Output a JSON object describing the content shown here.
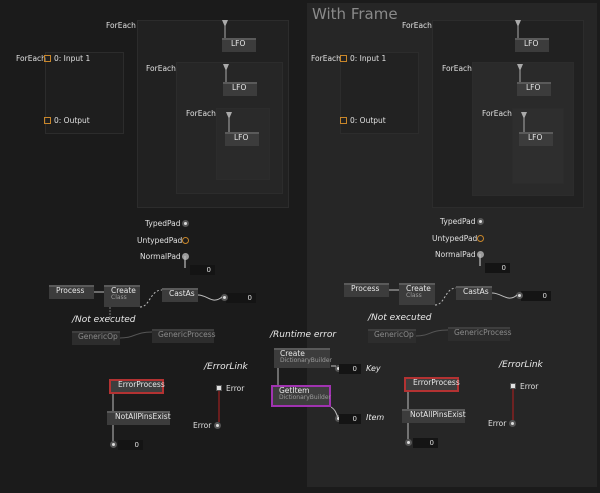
{
  "frame_title": "With Frame",
  "foreach": "ForEach",
  "input1": "0: Input 1",
  "output": "0: Output",
  "lfo": "LFO",
  "pads": {
    "typed": "TypedPad",
    "untyped": "UntypedPad",
    "normal": "NormalPad"
  },
  "zero": "0",
  "process": "Process",
  "create": "Create",
  "class": "Class",
  "castas": "CastAs",
  "not_executed": "/Not executed",
  "genericop": "GenericOp",
  "genericprocess": "GenericProcess",
  "runtime_error": "/Runtime error",
  "dictionary_builder": "DictionaryBuilder",
  "getitem": "GetItem",
  "key": "Key",
  "item": "Item",
  "errorlink": "/ErrorLink",
  "errorprocess": "ErrorProcess",
  "error": "Error",
  "notallpinsexist": "NotAllPinsExist"
}
